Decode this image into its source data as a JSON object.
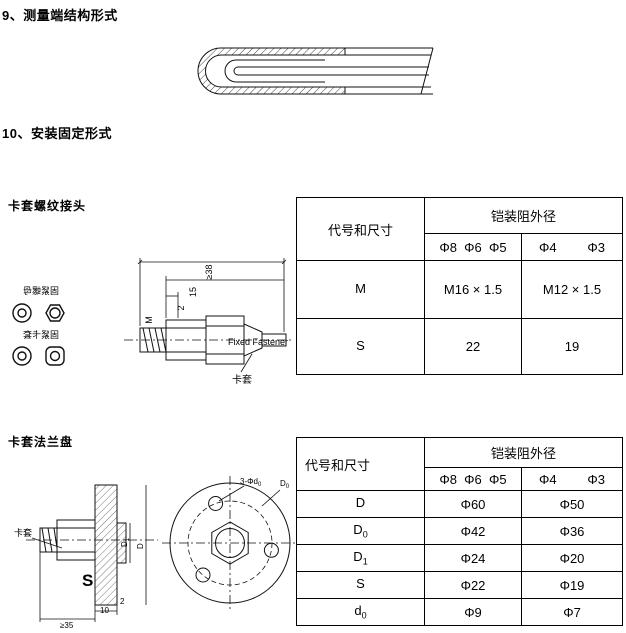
{
  "titles": {
    "section9": "9、测量端结构形式",
    "section10": "10、安装固定形式",
    "thread_joint": "卡套螺纹接头",
    "flange": "卡套法兰盘"
  },
  "joint": {
    "dim_overall": "≥38",
    "dim_len": "15",
    "dim_gap": "2",
    "thread": "M",
    "ferrule": "卡套",
    "note": "Fixed Fastener",
    "part_nut": "固紧螺母",
    "part_sleeve": "固紧卡套"
  },
  "flange": {
    "ferrule": "卡套",
    "wrench": "S",
    "dim_thickness": "10",
    "dim_step": "2",
    "dim_min": "≥35",
    "holes_main": "3-Φd",
    "holes_sub": "0",
    "bolt_circle_main": "D",
    "bolt_circle_sub": "0",
    "dim_d1_main": "D",
    "dim_d1_sub": "1",
    "dim_d": "D"
  },
  "table1": {
    "col_header": "代号和尺寸",
    "group_header": "铠装阻外径",
    "sub1": "Φ8  Φ6  Φ5",
    "sub2a": "Φ4",
    "sub2b": "Φ3",
    "rows": [
      {
        "code": "M",
        "sub": "",
        "v1": "M16 × 1.5",
        "v2": "M12 × 1.5"
      },
      {
        "code": "S",
        "sub": "",
        "v1": "22",
        "v2": "19"
      }
    ]
  },
  "table2": {
    "col_header": "代号和尺寸",
    "group_header": "铠装阻外径",
    "sub1": "Φ8  Φ6  Φ5",
    "sub2a": "Φ4",
    "sub2b": "Φ3",
    "rows": [
      {
        "code": "D",
        "sub": "",
        "v1": "Φ60",
        "v2": "Φ50"
      },
      {
        "code": "D",
        "sub": "0",
        "v1": "Φ42",
        "v2": "Φ36"
      },
      {
        "code": "D",
        "sub": "1",
        "v1": "Φ24",
        "v2": "Φ20"
      },
      {
        "code": "S",
        "sub": "",
        "v1": "Φ22",
        "v2": "Φ19"
      },
      {
        "code": "d",
        "sub": "0",
        "v1": "Φ9",
        "v2": "Φ7"
      }
    ]
  }
}
